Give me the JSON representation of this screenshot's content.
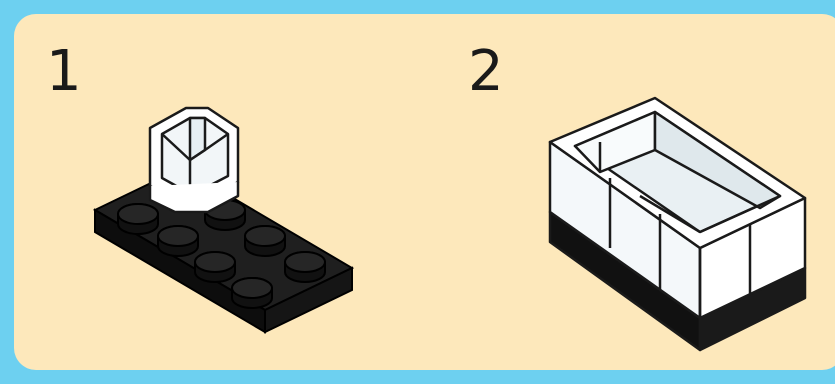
{
  "steps": [
    {
      "number": "1",
      "parts": [
        "black-plate-2x4",
        "white-corner-chair"
      ]
    },
    {
      "number": "2",
      "parts": [
        "white-bathtub"
      ]
    }
  ],
  "colors": {
    "background_border": "#6dd0f0",
    "panel": "#fde8bb",
    "brick_black": "#1a1a1a",
    "brick_white": "#ffffff",
    "outline": "#222222"
  }
}
